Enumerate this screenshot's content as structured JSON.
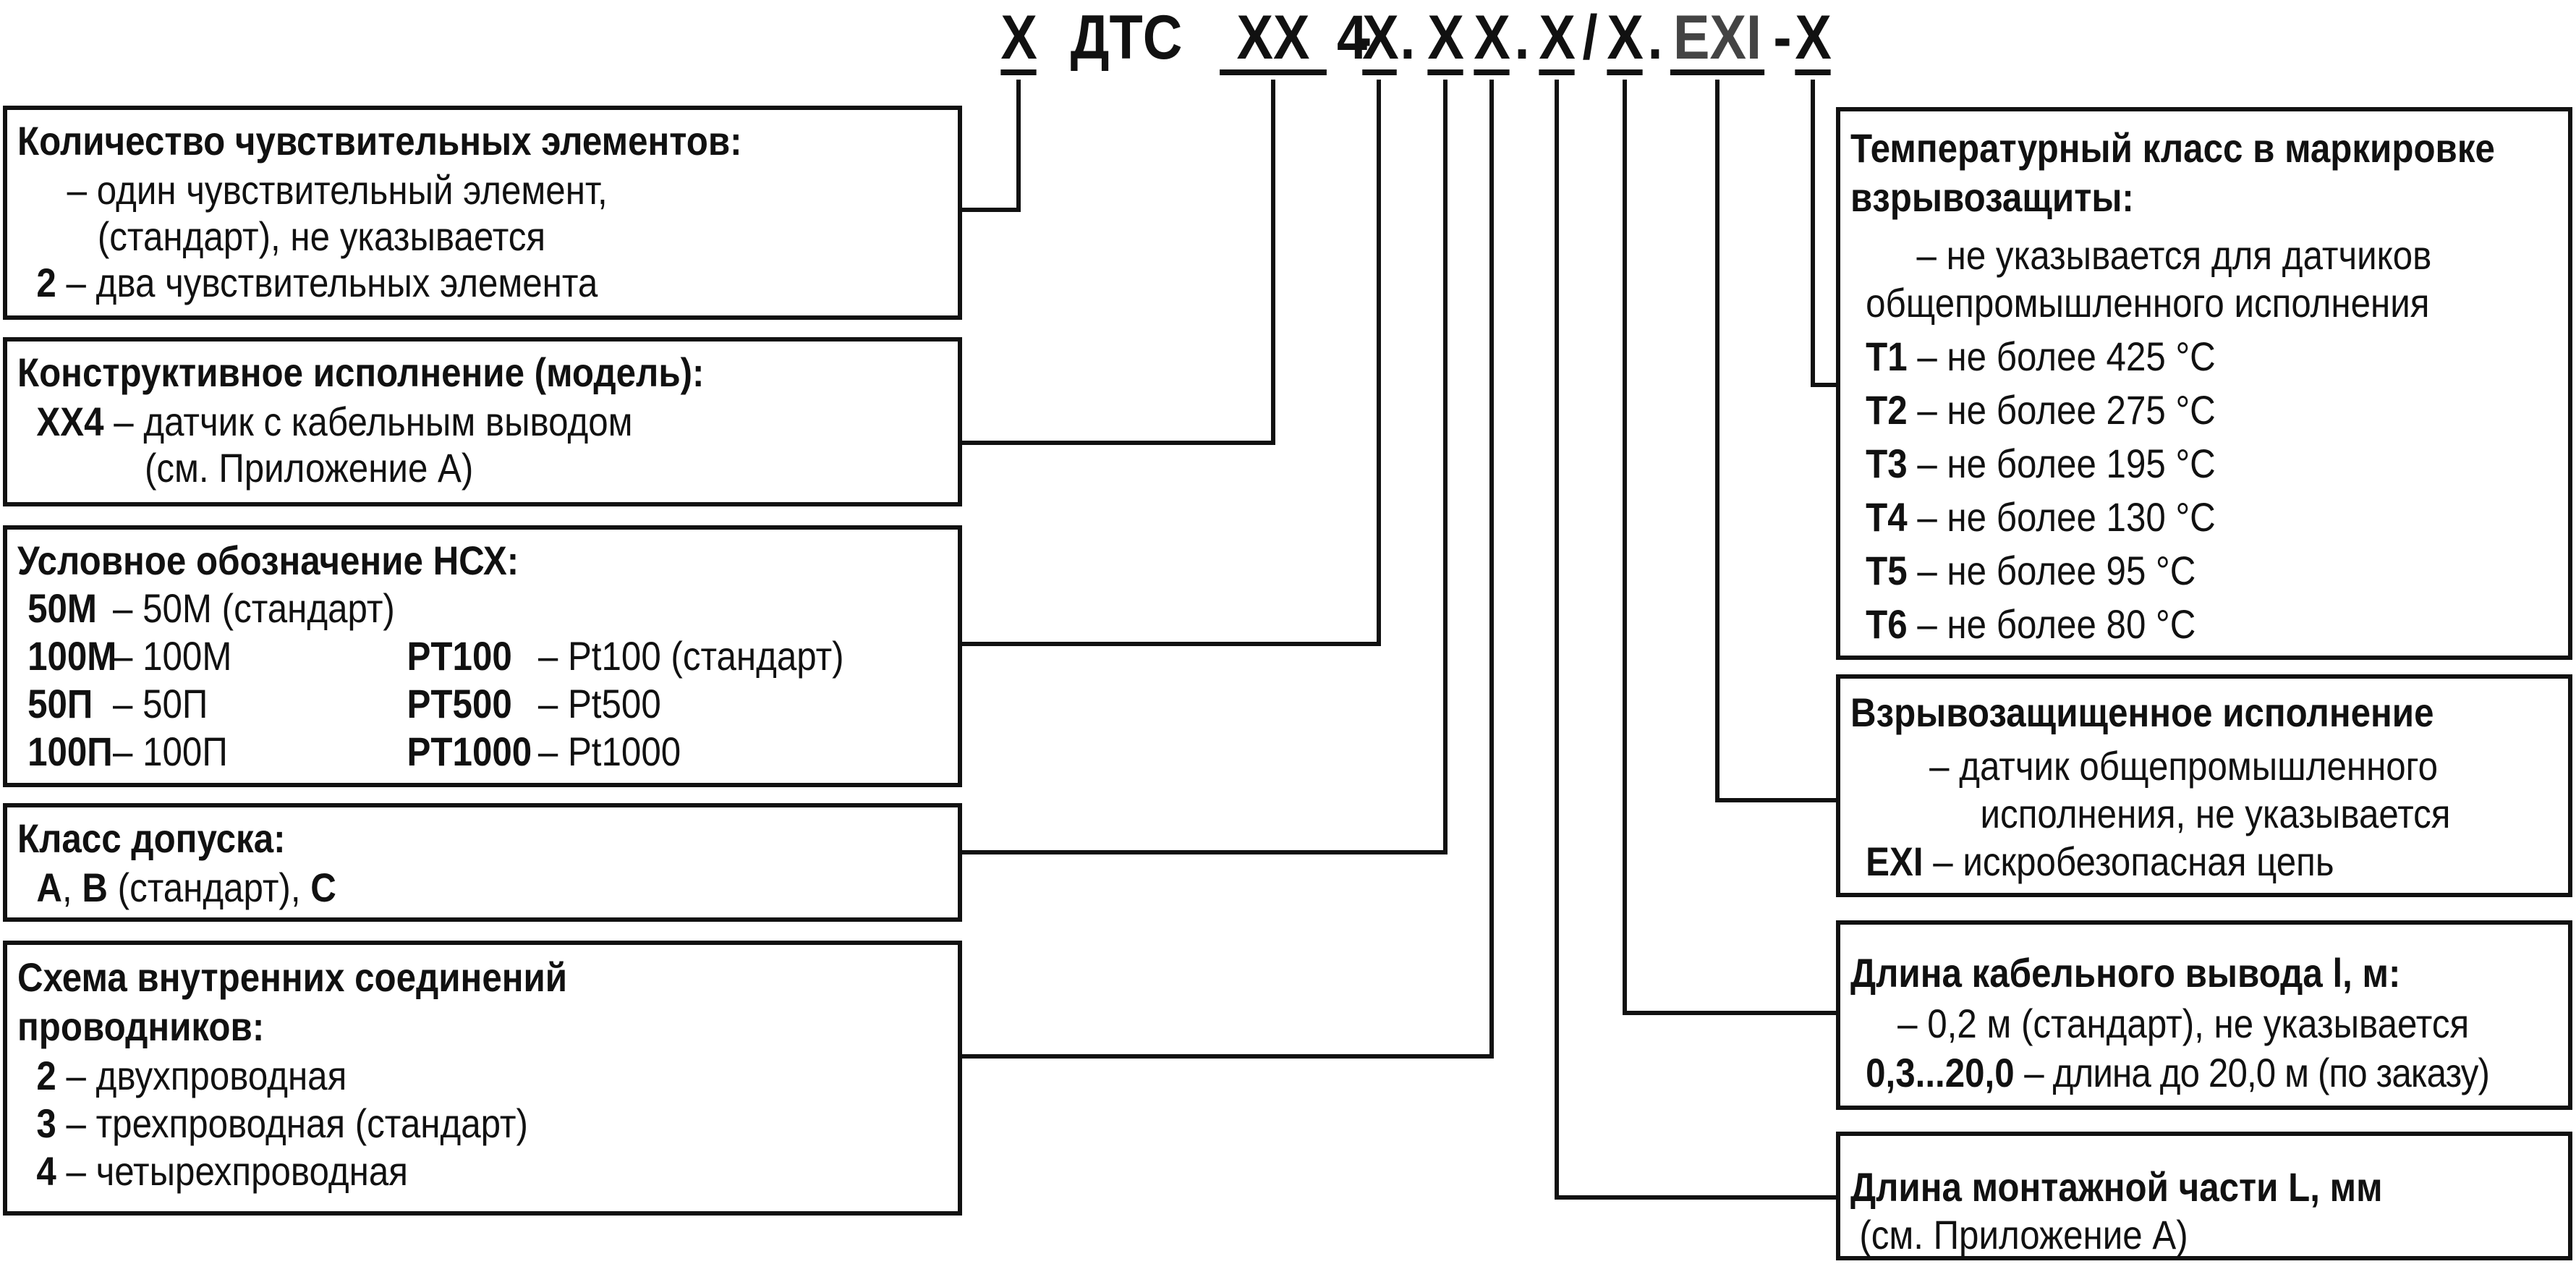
{
  "code": {
    "p1": "X",
    "p2": "ДТС",
    "p3": "XX",
    "p3b": "4",
    "d1": "-",
    "p4": "X",
    "dot1": ".",
    "p5": "X",
    "p6": "X",
    "dot2": ".",
    "p7": "X",
    "slash": "/",
    "p8": "X",
    "dot3": ".",
    "p9": "EXI",
    "d2": "-",
    "p10": "X"
  },
  "boxes": {
    "sensors": {
      "title": "Количество чувствительных элементов:",
      "line1": "– один чувствительный элемент,",
      "line2": "(стандарт), не указывается",
      "code2": "2",
      "line3": "– два чувствительных элемента"
    },
    "model": {
      "title": "Конструктивное исполнение (модель):",
      "code": "XX4",
      "line1": "– датчик с кабельным выводом",
      "line2": "(см. Приложение А)"
    },
    "nsh": {
      "title": "Условное обозначение НСХ:",
      "c1": "50М",
      "d1": "– 50М (стандарт)",
      "c2": "100М",
      "d2": "– 100М",
      "c3": "50П",
      "d3": "– 50П",
      "c4": "100П",
      "d4": "– 100П",
      "c5": "PT100",
      "d5": "– Pt100 (стандарт)",
      "c6": "PT500",
      "d6": "– Pt500",
      "c7": "PT1000",
      "d7": "– Pt1000"
    },
    "tolerance": {
      "title": "Класс допуска:",
      "a": "A",
      "sep1": ", ",
      "b": "B",
      "mid": " (стандарт), ",
      "c": "C"
    },
    "wiring": {
      "title1": "Схема внутренних соединений",
      "title2": "проводников:",
      "c2": "2",
      "d2": "– двухпроводная",
      "c3": "3",
      "d3": "– трехпроводная (стандарт)",
      "c4": "4",
      "d4": "– четырехпроводная"
    },
    "tempclass": {
      "title1": "Температурный класс в маркировке",
      "title2": "взрывозащиты:",
      "l1": "– не указывается для датчиков",
      "l2": "общепромышленного исполнения",
      "t1": "T1",
      "v1": "– не более 425 °С",
      "t2": "T2",
      "v2": "– не более 275 °С",
      "t3": "T3",
      "v3": "– не более 195 °С",
      "t4": "T4",
      "v4": "– не более 130 °С",
      "t5": "T5",
      "v5": "– не более 95 °С",
      "t6": "T6",
      "v6": "– не более 80 °С"
    },
    "explosion": {
      "title": "Взрывозащищенное исполнение",
      "l1": "– датчик общепромышленного",
      "l2": "исполнения, не указывается",
      "code": "EXI",
      "l3": "– искробезопасная цепь"
    },
    "cable": {
      "title": "Длина кабельного вывода l, м:",
      "l1": "– 0,2 м (стандарт), не указывается",
      "code": "0,3...20,0",
      "l2": "– длина до 20,0 м (по заказу)"
    },
    "mount": {
      "title": "Длина монтажной части L, мм",
      "l1": "(см. Приложение А)"
    }
  }
}
